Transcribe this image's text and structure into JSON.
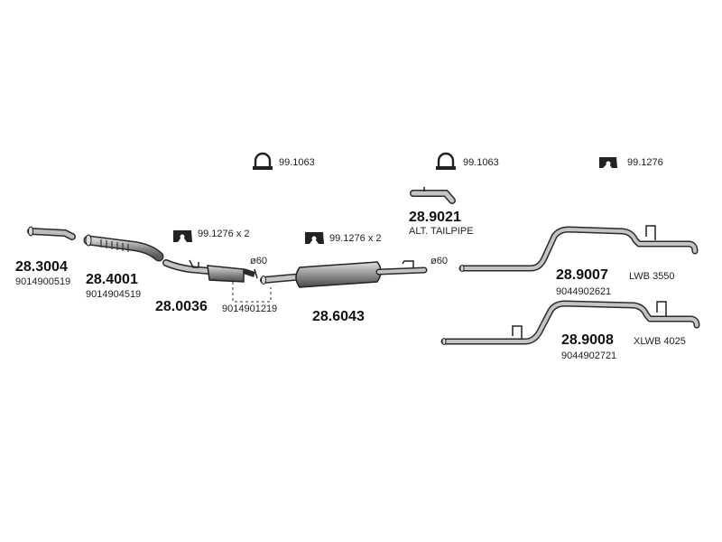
{
  "clamps": {
    "top_left": {
      "code": "99.1063",
      "icon": "u-bolt-clamp-icon"
    },
    "top_mid": {
      "code": "99.1063",
      "icon": "u-bolt-clamp-icon"
    },
    "top_right": {
      "code": "99.1276",
      "icon": "saddle-clamp-icon"
    },
    "mid_left": {
      "code": "99.1276 x 2",
      "icon": "saddle-clamp-icon"
    },
    "mid_center": {
      "code": "99.1276 x 2",
      "icon": "saddle-clamp-icon"
    }
  },
  "parts": {
    "p1": {
      "code": "28.3004",
      "oem": "9014900519"
    },
    "p2": {
      "code": "28.4001",
      "oem": "9014904519"
    },
    "p3": {
      "code": "28.0036",
      "oem": "9014901219"
    },
    "p4": {
      "code": "28.6043"
    },
    "p5": {
      "code": "28.9021",
      "note": "ALT. TAILPIPE"
    },
    "p6": {
      "code": "28.9007",
      "variant": "LWB 3550",
      "oem": "9044902621"
    },
    "p7": {
      "code": "28.9008",
      "variant": "XLWB 4025",
      "oem": "9044902721"
    }
  },
  "diameters": {
    "d1": "ø60",
    "d2": "ø60"
  },
  "colors": {
    "part_fill": "#8c8c8c",
    "part_stroke": "#2a2a2a",
    "text": "#111111"
  }
}
